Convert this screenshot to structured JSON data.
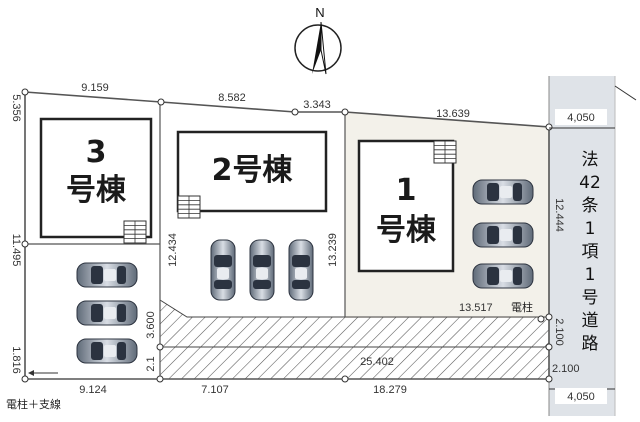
{
  "compass": {
    "north_label": "N"
  },
  "buildings": [
    {
      "number": "3",
      "label": "号棟"
    },
    {
      "number": "2",
      "label": "号棟"
    },
    {
      "number": "1",
      "label": "号棟"
    }
  ],
  "road": {
    "name_chars": [
      "法",
      "42",
      "条",
      "1",
      "項",
      "1",
      "号",
      "道",
      "路"
    ],
    "width_top": "4,050",
    "width_bottom": "4,050"
  },
  "dimensions": {
    "top_1": "9.159",
    "top_2": "8.582",
    "top_3": "3.343",
    "top_4": "13.639",
    "left_top": "5.356",
    "left_mid": "11.495",
    "left_bottom": "1.816",
    "lot2_left": "12.434",
    "lot2_right": "13.239",
    "right_lot1": "12.444",
    "lot1_bottom": "13.517",
    "pole_label": "電柱",
    "driveway_length": "25.402",
    "driveway_width_a": "3.600",
    "driveway_width_b": "2.1",
    "right_width_1": "2.100",
    "right_width_2": "2.100",
    "bottom_1": "9.124",
    "bottom_2": "7.107",
    "bottom_3": "18.279"
  },
  "notes": {
    "pole_stay": "電柱＋支線"
  },
  "parking_spaces": 9,
  "colors": {
    "lot1_fill": "#f3f1ea",
    "road_fill": "#dfe3e8",
    "lot_line": "#555555"
  }
}
